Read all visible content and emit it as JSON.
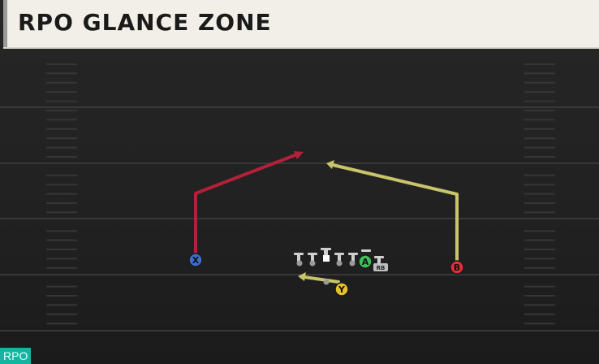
{
  "play": {
    "title": "RPO GLANCE ZONE",
    "badge": "RPO"
  },
  "players": {
    "x": {
      "label": "X",
      "color": "#3a6fd0"
    },
    "a": {
      "label": "A",
      "color": "#3fbf5a"
    },
    "b": {
      "label": "B",
      "color": "#e0303c"
    },
    "y": {
      "label": "Y",
      "color": "#e6c229"
    },
    "rb": {
      "label": "RB"
    }
  },
  "colors": {
    "x_route": "#b3203a",
    "b_route": "#c9c46a",
    "y_route": "#c9c46a",
    "field_line": "#3a3a3a",
    "lineman": "#cfcfcf"
  }
}
